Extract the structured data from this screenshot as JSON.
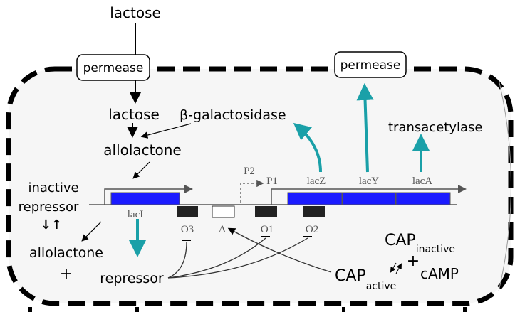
{
  "labels": {
    "lactose_outside": "lactose",
    "permease_left": "permease",
    "permease_right": "permease",
    "lactose_inside": "lactose",
    "beta_galactosidase": "β-galactosidase",
    "allolactone_top": "allolactone",
    "transacetylase": "transacetylase",
    "inactive_line1": "inactive",
    "inactive_line2": "repressor",
    "equilibrium_arrows": "↓↑",
    "allolactone_bottom": "allolactone",
    "plus_left": "+",
    "repressor": "repressor",
    "cap_active": "CAP",
    "cap_active_sub": "active",
    "cap_inactive": "CAP",
    "cap_inactive_sub": "inactive",
    "plus_right": "+",
    "camp": "cAMP"
  },
  "genes": {
    "lacI": "lacI",
    "lacZ": "lacZ",
    "lacY": "lacY",
    "lacA": "lacA",
    "P1": "P1",
    "P2": "P2",
    "O3": "O3",
    "A": "A",
    "O1": "O1",
    "O2": "O2"
  },
  "colors": {
    "gene_blue": "#1a1aff",
    "teal_arrow": "#1aa0a8",
    "cell_fill": "#f6f6f6"
  }
}
